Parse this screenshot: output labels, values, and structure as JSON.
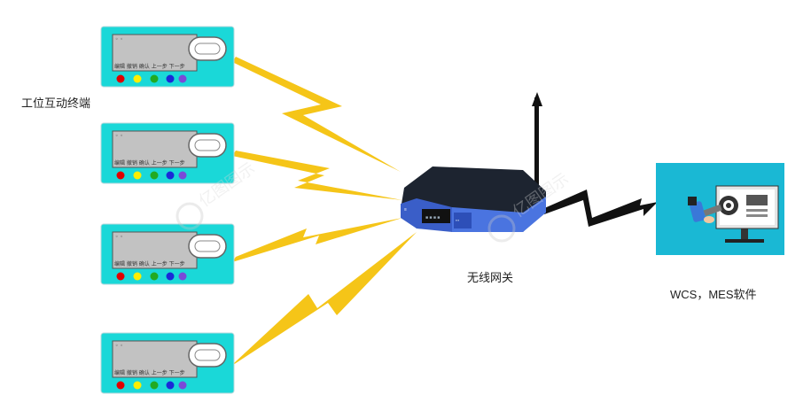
{
  "labels": {
    "terminal": "工位互动终端",
    "gateway": "无线网关",
    "software": "WCS，MES软件"
  },
  "terminal": {
    "button_labels": [
      "编辑",
      "撤销",
      "确认",
      "上一步",
      "下一步"
    ],
    "button_colors": [
      "#e00000",
      "#ffee00",
      "#22aa22",
      "#1a2ad8",
      "#7a4ad8"
    ]
  },
  "watermark": "亿图图示",
  "colors": {
    "device_body": "#1ad8d8",
    "screen": "#c0c0c0",
    "lightning": "#f5c518",
    "router_blue": "#3a5ec8",
    "monitor_bg": "#1ab8d4"
  }
}
